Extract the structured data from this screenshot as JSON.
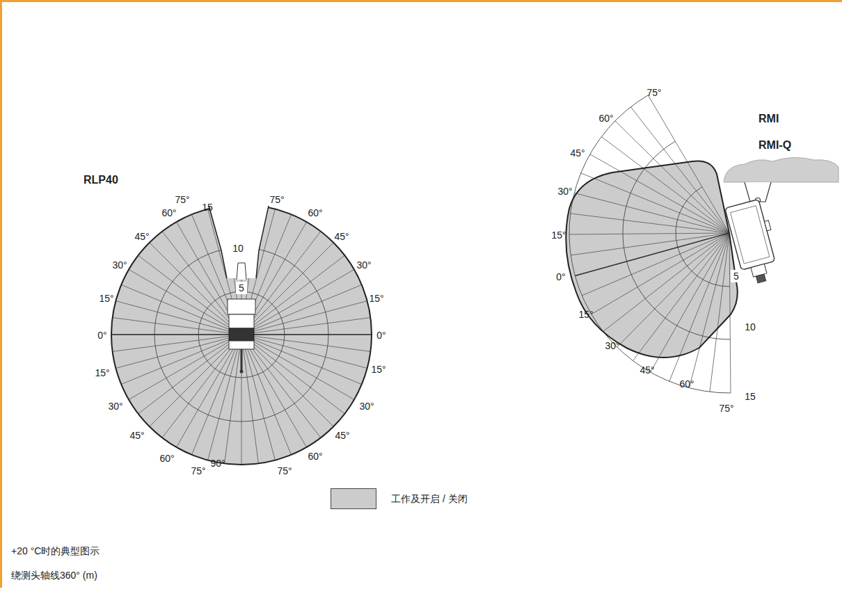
{
  "diagram": {
    "labels": [
      "75°",
      "15",
      "75°",
      "60°",
      "60°",
      "45°",
      "10",
      "45°",
      "30°",
      "30°",
      "5",
      "15°",
      "15°",
      "0°",
      "0°",
      "15°",
      "15°",
      "30°",
      "30°",
      "45°",
      "45°",
      "60°",
      "60°",
      "75°",
      "90°",
      "75°",
      "RLP40",
      "75°",
      "60°",
      "45°",
      "30°",
      "15°",
      "0°",
      "15°",
      "30°",
      "45°",
      "60°",
      "75°",
      "5",
      "10",
      "15",
      "RMI",
      "RMI-Q",
      "+20 °C时的典型图示",
      "绕测头轴线360° (m)"
    ],
    "legend": [
      {
        "text": "工作及开启 / 关闭",
        "color": "#cccccc"
      }
    ]
  }
}
